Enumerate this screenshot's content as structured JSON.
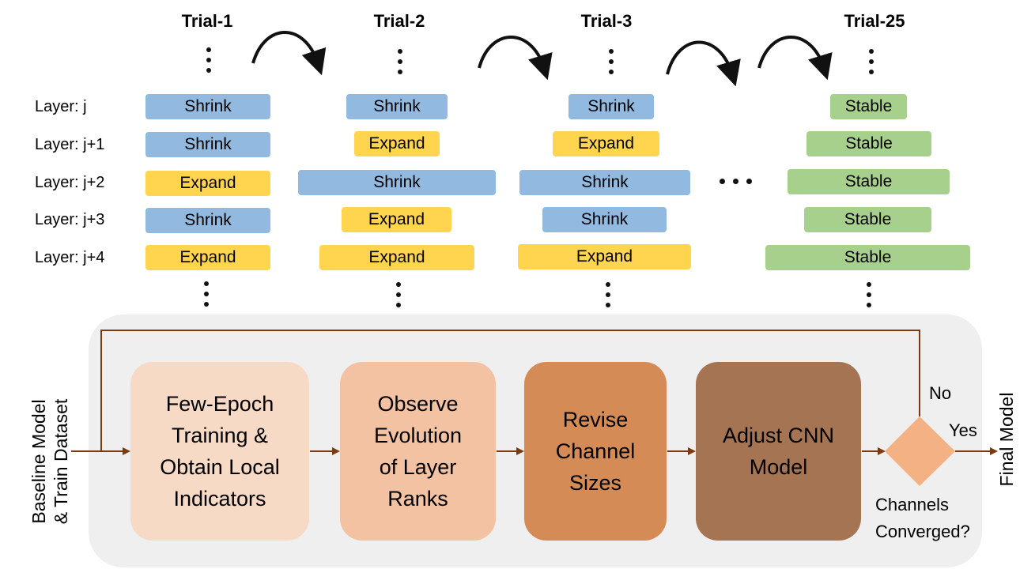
{
  "trials": [
    "Trial-1",
    "Trial-2",
    "Trial-3",
    "Trial-25"
  ],
  "layers": [
    "Layer: j",
    "Layer: j+1",
    "Layer: j+2",
    "Layer: j+3",
    "Layer: j+4"
  ],
  "bars": {
    "trial1": [
      "Shrink",
      "Shrink",
      "Expand",
      "Shrink",
      "Expand"
    ],
    "trial2": [
      "Shrink",
      "Expand",
      "Shrink",
      "Expand",
      "Expand"
    ],
    "trial3": [
      "Shrink",
      "Expand",
      "Shrink",
      "Shrink",
      "Expand"
    ],
    "trial25": [
      "Stable",
      "Stable",
      "Stable",
      "Stable",
      "Stable"
    ]
  },
  "colors": {
    "shrink": "#92b9df",
    "expand": "#ffd54f",
    "stable": "#a8d08d",
    "arrow": "#7a3b12"
  },
  "flow": {
    "input_line1": "Baseline Model",
    "input_line2": "& Train Dataset",
    "step1": [
      "Few-Epoch",
      "Training &",
      "Obtain Local",
      "Indicators"
    ],
    "step2": [
      "Observe",
      "Evolution",
      "of Layer",
      "Ranks"
    ],
    "step3": [
      "Revise",
      "Channel",
      "Sizes"
    ],
    "step4": [
      "Adjust CNN",
      "Model"
    ],
    "decision_line1": "Channels",
    "decision_line2": "Converged?",
    "no_label": "No",
    "yes_label": "Yes",
    "output": "Final Model"
  }
}
